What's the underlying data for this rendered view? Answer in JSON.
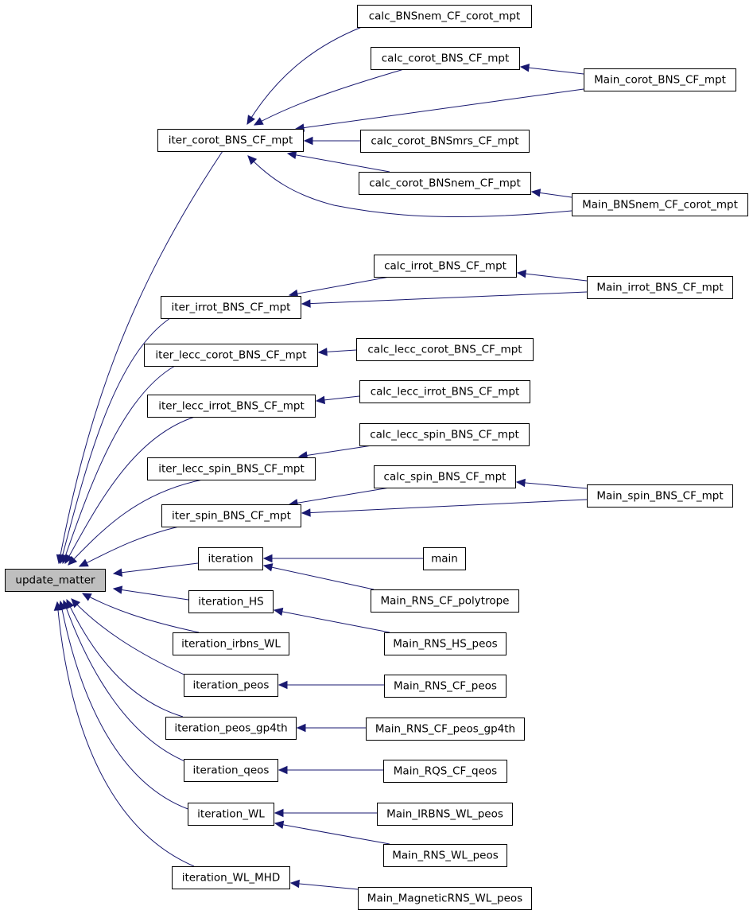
{
  "colors": {
    "edge": "#191970",
    "root_fill": "#bfbfbf",
    "node_fill": "#ffffff",
    "node_border": "#000000"
  },
  "nodes": [
    {
      "id": "update_matter",
      "label": "update_matter",
      "root": true
    },
    {
      "id": "iter_corot_BNS_CF_mpt",
      "label": "iter_corot_BNS_CF_mpt"
    },
    {
      "id": "iter_irrot_BNS_CF_mpt",
      "label": "iter_irrot_BNS_CF_mpt"
    },
    {
      "id": "iter_lecc_corot_BNS_CF_mpt",
      "label": "iter_lecc_corot_BNS_CF_mpt"
    },
    {
      "id": "iter_lecc_irrot_BNS_CF_mpt",
      "label": "iter_lecc_irrot_BNS_CF_mpt"
    },
    {
      "id": "iter_lecc_spin_BNS_CF_mpt",
      "label": "iter_lecc_spin_BNS_CF_mpt"
    },
    {
      "id": "iter_spin_BNS_CF_mpt",
      "label": "iter_spin_BNS_CF_mpt"
    },
    {
      "id": "iteration",
      "label": "iteration"
    },
    {
      "id": "iteration_HS",
      "label": "iteration_HS"
    },
    {
      "id": "iteration_irbns_WL",
      "label": "iteration_irbns_WL"
    },
    {
      "id": "iteration_peos",
      "label": "iteration_peos"
    },
    {
      "id": "iteration_peos_gp4th",
      "label": "iteration_peos_gp4th"
    },
    {
      "id": "iteration_qeos",
      "label": "iteration_qeos"
    },
    {
      "id": "iteration_WL",
      "label": "iteration_WL"
    },
    {
      "id": "iteration_WL_MHD",
      "label": "iteration_WL_MHD"
    },
    {
      "id": "calc_BNSnem_CF_corot_mpt",
      "label": "calc_BNSnem_CF_corot_mpt"
    },
    {
      "id": "calc_corot_BNS_CF_mpt",
      "label": "calc_corot_BNS_CF_mpt"
    },
    {
      "id": "calc_corot_BNSmrs_CF_mpt",
      "label": "calc_corot_BNSmrs_CF_mpt"
    },
    {
      "id": "calc_corot_BNSnem_CF_mpt",
      "label": "calc_corot_BNSnem_CF_mpt"
    },
    {
      "id": "calc_irrot_BNS_CF_mpt",
      "label": "calc_irrot_BNS_CF_mpt"
    },
    {
      "id": "calc_lecc_corot_BNS_CF_mpt",
      "label": "calc_lecc_corot_BNS_CF_mpt"
    },
    {
      "id": "calc_lecc_irrot_BNS_CF_mpt",
      "label": "calc_lecc_irrot_BNS_CF_mpt"
    },
    {
      "id": "calc_lecc_spin_BNS_CF_mpt",
      "label": "calc_lecc_spin_BNS_CF_mpt"
    },
    {
      "id": "calc_spin_BNS_CF_mpt",
      "label": "calc_spin_BNS_CF_mpt"
    },
    {
      "id": "main",
      "label": "main"
    },
    {
      "id": "Main_RNS_CF_polytrope",
      "label": "Main_RNS_CF_polytrope"
    },
    {
      "id": "Main_RNS_HS_peos",
      "label": "Main_RNS_HS_peos"
    },
    {
      "id": "Main_RNS_CF_peos",
      "label": "Main_RNS_CF_peos"
    },
    {
      "id": "Main_RNS_CF_peos_gp4th",
      "label": "Main_RNS_CF_peos_gp4th"
    },
    {
      "id": "Main_RQS_CF_qeos",
      "label": "Main_RQS_CF_qeos"
    },
    {
      "id": "Main_IRBNS_WL_peos",
      "label": "Main_IRBNS_WL_peos"
    },
    {
      "id": "Main_RNS_WL_peos",
      "label": "Main_RNS_WL_peos"
    },
    {
      "id": "Main_MagneticRNS_WL_peos",
      "label": "Main_MagneticRNS_WL_peos"
    },
    {
      "id": "Main_corot_BNS_CF_mpt",
      "label": "Main_corot_BNS_CF_mpt"
    },
    {
      "id": "Main_BNSnem_CF_corot_mpt",
      "label": "Main_BNSnem_CF_corot_mpt"
    },
    {
      "id": "Main_irrot_BNS_CF_mpt",
      "label": "Main_irrot_BNS_CF_mpt"
    },
    {
      "id": "Main_spin_BNS_CF_mpt",
      "label": "Main_spin_BNS_CF_mpt"
    }
  ],
  "edges": [
    {
      "from": "iter_corot_BNS_CF_mpt",
      "to": "update_matter"
    },
    {
      "from": "iter_irrot_BNS_CF_mpt",
      "to": "update_matter"
    },
    {
      "from": "iter_lecc_corot_BNS_CF_mpt",
      "to": "update_matter"
    },
    {
      "from": "iter_lecc_irrot_BNS_CF_mpt",
      "to": "update_matter"
    },
    {
      "from": "iter_lecc_spin_BNS_CF_mpt",
      "to": "update_matter"
    },
    {
      "from": "iter_spin_BNS_CF_mpt",
      "to": "update_matter"
    },
    {
      "from": "iteration",
      "to": "update_matter"
    },
    {
      "from": "iteration_HS",
      "to": "update_matter"
    },
    {
      "from": "iteration_irbns_WL",
      "to": "update_matter"
    },
    {
      "from": "iteration_peos",
      "to": "update_matter"
    },
    {
      "from": "iteration_peos_gp4th",
      "to": "update_matter"
    },
    {
      "from": "iteration_qeos",
      "to": "update_matter"
    },
    {
      "from": "iteration_WL",
      "to": "update_matter"
    },
    {
      "from": "iteration_WL_MHD",
      "to": "update_matter"
    },
    {
      "from": "calc_BNSnem_CF_corot_mpt",
      "to": "iter_corot_BNS_CF_mpt"
    },
    {
      "from": "calc_corot_BNS_CF_mpt",
      "to": "iter_corot_BNS_CF_mpt"
    },
    {
      "from": "Main_corot_BNS_CF_mpt",
      "to": "iter_corot_BNS_CF_mpt"
    },
    {
      "from": "calc_corot_BNSmrs_CF_mpt",
      "to": "iter_corot_BNS_CF_mpt"
    },
    {
      "from": "calc_corot_BNSnem_CF_mpt",
      "to": "iter_corot_BNS_CF_mpt"
    },
    {
      "from": "Main_BNSnem_CF_corot_mpt",
      "to": "iter_corot_BNS_CF_mpt"
    },
    {
      "from": "Main_corot_BNS_CF_mpt",
      "to": "calc_corot_BNS_CF_mpt"
    },
    {
      "from": "Main_BNSnem_CF_corot_mpt",
      "to": "calc_corot_BNSnem_CF_mpt"
    },
    {
      "from": "calc_irrot_BNS_CF_mpt",
      "to": "iter_irrot_BNS_CF_mpt"
    },
    {
      "from": "Main_irrot_BNS_CF_mpt",
      "to": "iter_irrot_BNS_CF_mpt"
    },
    {
      "from": "Main_irrot_BNS_CF_mpt",
      "to": "calc_irrot_BNS_CF_mpt"
    },
    {
      "from": "calc_lecc_corot_BNS_CF_mpt",
      "to": "iter_lecc_corot_BNS_CF_mpt"
    },
    {
      "from": "calc_lecc_irrot_BNS_CF_mpt",
      "to": "iter_lecc_irrot_BNS_CF_mpt"
    },
    {
      "from": "calc_lecc_spin_BNS_CF_mpt",
      "to": "iter_lecc_spin_BNS_CF_mpt"
    },
    {
      "from": "calc_spin_BNS_CF_mpt",
      "to": "iter_spin_BNS_CF_mpt"
    },
    {
      "from": "Main_spin_BNS_CF_mpt",
      "to": "iter_spin_BNS_CF_mpt"
    },
    {
      "from": "Main_spin_BNS_CF_mpt",
      "to": "calc_spin_BNS_CF_mpt"
    },
    {
      "from": "main",
      "to": "iteration"
    },
    {
      "from": "Main_RNS_CF_polytrope",
      "to": "iteration"
    },
    {
      "from": "Main_RNS_HS_peos",
      "to": "iteration_HS"
    },
    {
      "from": "Main_RNS_CF_peos",
      "to": "iteration_peos"
    },
    {
      "from": "Main_RNS_CF_peos_gp4th",
      "to": "iteration_peos_gp4th"
    },
    {
      "from": "Main_RQS_CF_qeos",
      "to": "iteration_qeos"
    },
    {
      "from": "Main_IRBNS_WL_peos",
      "to": "iteration_WL"
    },
    {
      "from": "Main_RNS_WL_peos",
      "to": "iteration_WL"
    },
    {
      "from": "Main_MagneticRNS_WL_peos",
      "to": "iteration_WL_MHD"
    }
  ]
}
